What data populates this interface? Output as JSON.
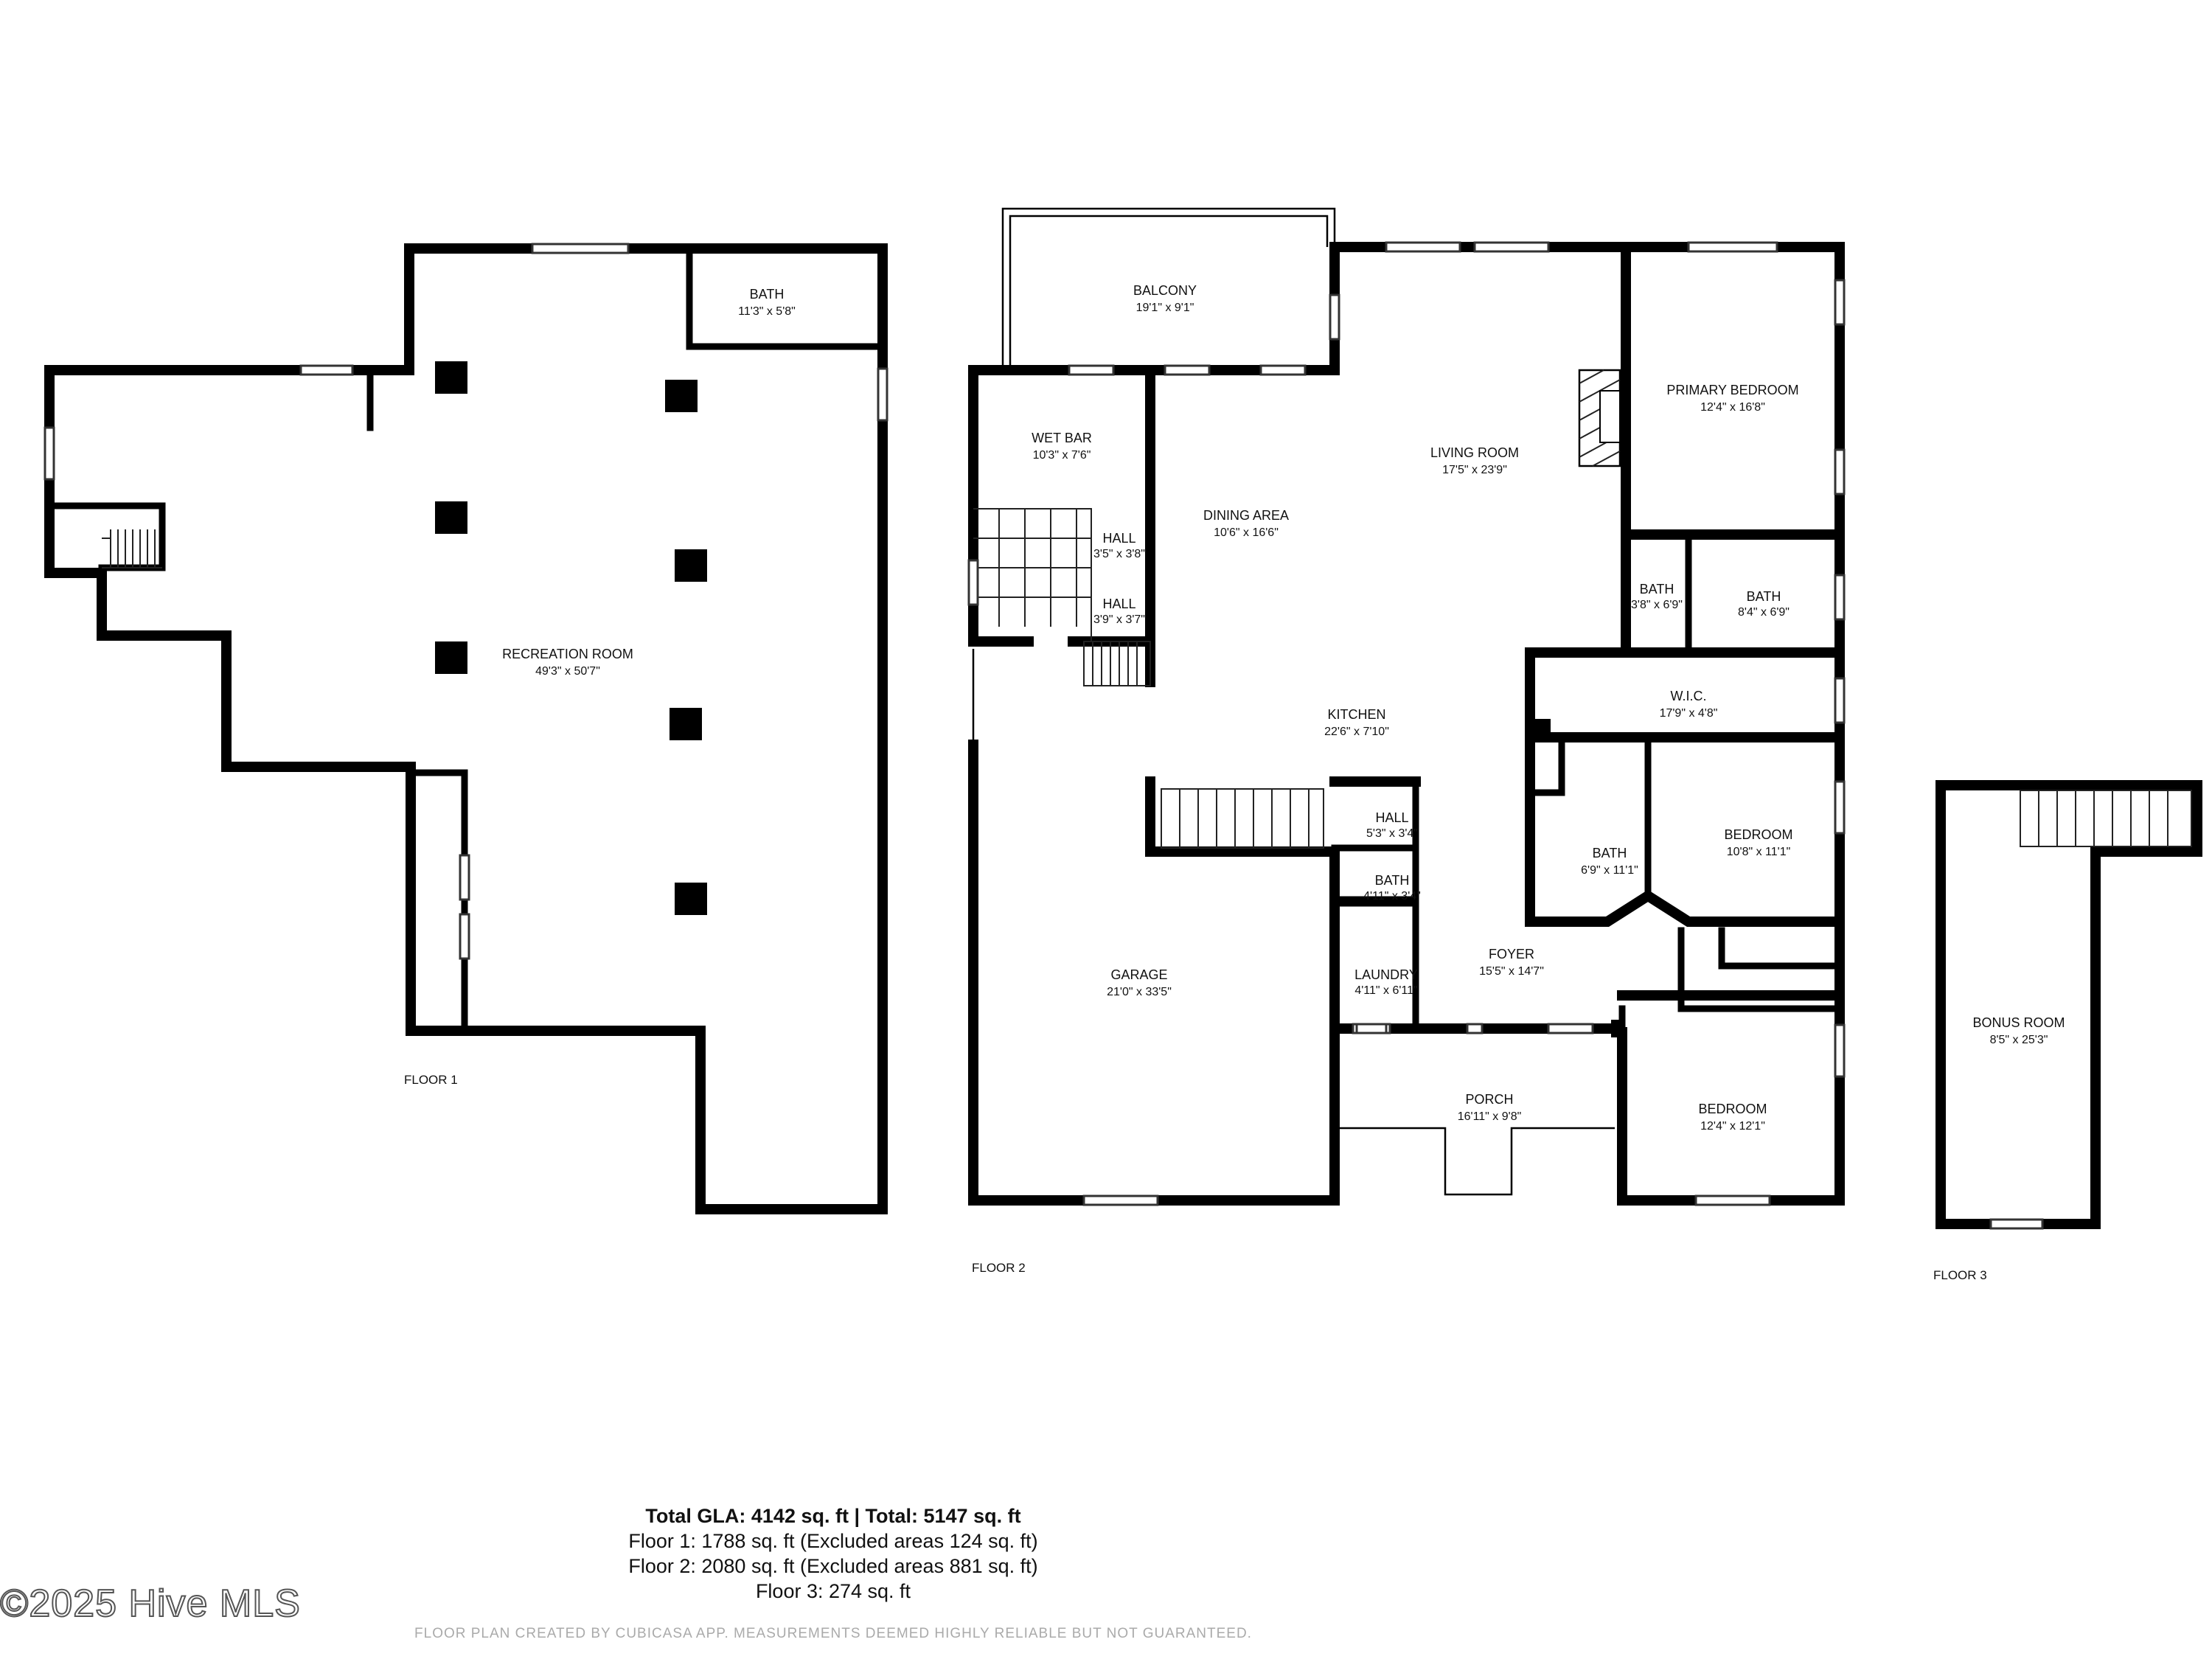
{
  "floors": {
    "floor1": "FLOOR 1",
    "floor2": "FLOOR 2",
    "floor3": "FLOOR 3"
  },
  "rooms": {
    "f1_bath": {
      "name": "BATH",
      "dim": "11'3\" x 5'8\""
    },
    "recreation": {
      "name": "RECREATION ROOM",
      "dim": "49'3\" x 50'7\""
    },
    "balcony": {
      "name": "BALCONY",
      "dim": "19'1\" x 9'1\""
    },
    "wetbar": {
      "name": "WET BAR",
      "dim": "10'3\" x 7'6\""
    },
    "hall_a": {
      "name": "HALL",
      "dim": "3'5\" x 3'8\""
    },
    "hall_b": {
      "name": "HALL",
      "dim": "3'9\" x 3'7\""
    },
    "dining": {
      "name": "DINING AREA",
      "dim": "10'6\" x 16'6\""
    },
    "living": {
      "name": "LIVING ROOM",
      "dim": "17'5\" x 23'9\""
    },
    "primary_bed": {
      "name": "PRIMARY BEDROOM",
      "dim": "12'4\" x 16'8\""
    },
    "bath_p1": {
      "name": "BATH",
      "dim": "3'8\" x 6'9\""
    },
    "bath_p2": {
      "name": "BATH",
      "dim": "8'4\" x 6'9\""
    },
    "wic": {
      "name": "W.I.C.",
      "dim": "17'9\" x 4'8\""
    },
    "kitchen": {
      "name": "KITCHEN",
      "dim": "22'6\" x 7'10\""
    },
    "hall_c": {
      "name": "HALL",
      "dim": "5'3\" x 3'4\""
    },
    "bath_h": {
      "name": "BATH",
      "dim": "4'11\" x 3'4\""
    },
    "bath_m": {
      "name": "BATH",
      "dim": "6'9\" x 11'1\""
    },
    "bedroom_1": {
      "name": "BEDROOM",
      "dim": "10'8\" x 11'1\""
    },
    "garage": {
      "name": "GARAGE",
      "dim": "21'0\" x 33'5\""
    },
    "laundry": {
      "name": "LAUNDRY",
      "dim": "4'11\" x 6'11\""
    },
    "foyer": {
      "name": "FOYER",
      "dim": "15'5\" x 14'7\""
    },
    "porch": {
      "name": "PORCH",
      "dim": "16'11\" x 9'8\""
    },
    "bedroom_2": {
      "name": "BEDROOM",
      "dim": "12'4\" x 12'1\""
    },
    "bonus": {
      "name": "BONUS ROOM",
      "dim": "8'5\" x 25'3\""
    }
  },
  "summary": {
    "total": "Total GLA: 4142 sq. ft | Total: 5147 sq. ft",
    "floor1": "Floor 1: 1788 sq. ft (Excluded areas 124 sq. ft)",
    "floor2": "Floor 2: 2080 sq. ft (Excluded areas 881 sq. ft)",
    "floor3": "Floor 3: 274 sq. ft"
  },
  "copyright": "©2025 Hive MLS",
  "disclaimer": "FLOOR PLAN CREATED BY CUBICASA APP. MEASUREMENTS DEEMED HIGHLY RELIABLE BUT NOT GUARANTEED."
}
